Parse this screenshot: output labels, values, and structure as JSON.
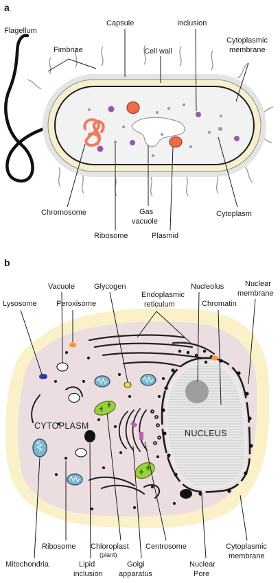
{
  "panels": {
    "a": "a",
    "b": "b"
  },
  "prokaryote_labels": {
    "flagellum": "Flagellum",
    "capsule": "Capsule",
    "inclusion": "Inclusion",
    "fimbriae": "Fimbriae",
    "cell_wall": "Cell wall",
    "cytoplasmic_membrane": [
      "Cytoplasmic",
      "membrane"
    ],
    "chromosome": "Chromosome",
    "gas_vacuole": [
      "Gas",
      "vacuole"
    ],
    "cytoplasm": "Cytoplasm",
    "ribosome": "Ribosome",
    "plasmid": "Plasmid"
  },
  "eukaryote_labels": {
    "vacuole": "Vacuole",
    "glycogen": "Glycogen",
    "endoplasmic_reticulum": [
      "Endoplasmic",
      "reticulum"
    ],
    "nucleolus": "Nucleolus",
    "nuclear_membrane": [
      "Nuclear",
      "membrane"
    ],
    "lysosome": "Lysosome",
    "peroxisome": "Peroxisome",
    "chromatin": "Chromatin",
    "cytoplasm": "CYTOPLASM",
    "nucleus": "NUCLEUS",
    "ribosome": "Ribosome",
    "chloroplast": "Chloroplast",
    "chloroplast_note": "(plant)",
    "centrosome": "Centrosome",
    "cytoplasmic_membrane": [
      "Cytoplasmic",
      "membrane"
    ],
    "mitochondria": "Mitochondria",
    "lipid_inclusion": [
      "Lipid",
      "inclusion"
    ],
    "golgi_apparatus": [
      "Golgi",
      "apparatus"
    ],
    "nuclear_pore": [
      "Nuclear",
      "Pore"
    ]
  },
  "colors": {
    "capsule": "#e4e4e4",
    "cell_wall": "#f7f0cf",
    "cytoplasm": "#f2f2f2",
    "chromosome": "#f07a5c",
    "inclusion": "#8e5bb0",
    "plasmid": "#ee6a48",
    "euk_membrane": "#fbf1c8",
    "euk_cytoplasm": "#ecdde0",
    "nucleus": "#e9e9e9",
    "nucleolus": "#9d9d9d",
    "lysosome": "#2a3e9e",
    "peroxisome": "#f59a2e",
    "glycogen": "#f2e040",
    "mitochondria": "#7ab8cf",
    "chloroplast": "#9ad23c"
  }
}
